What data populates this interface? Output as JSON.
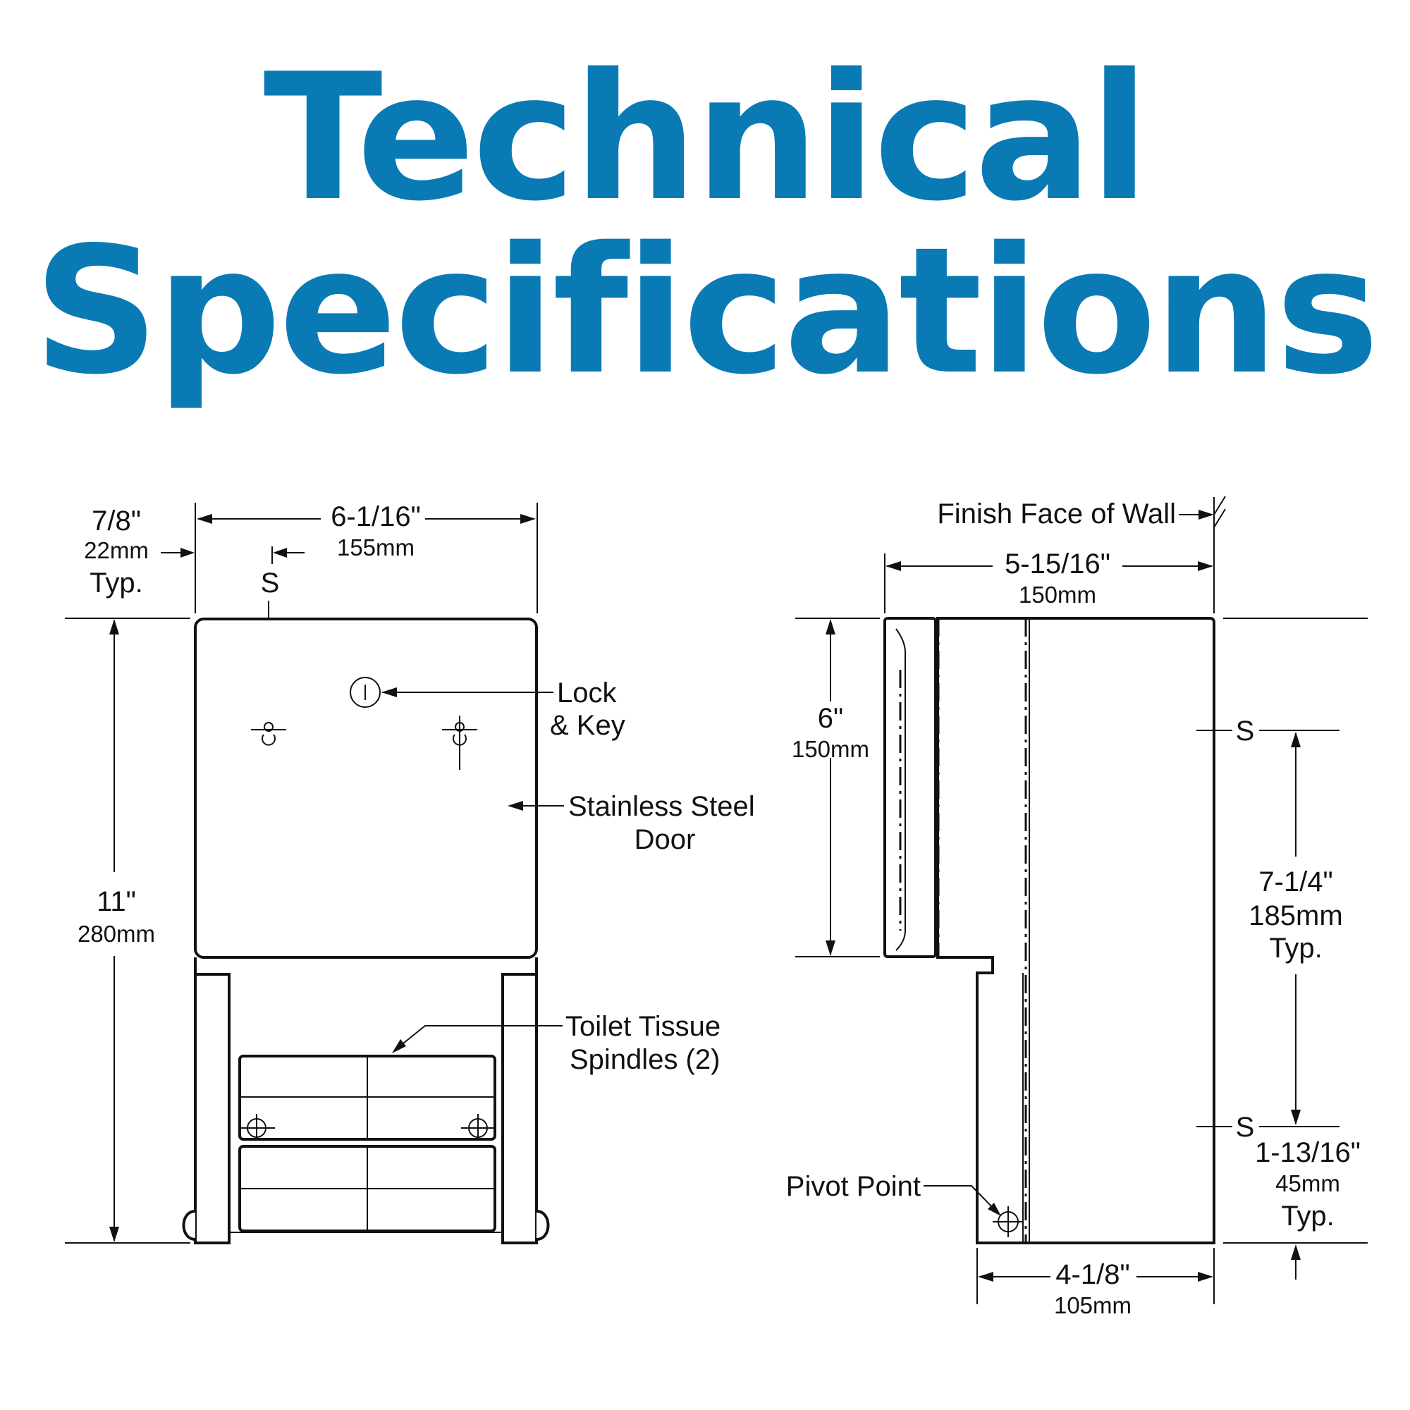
{
  "title": {
    "line1": "Technical",
    "line2": "Specifications"
  },
  "colors": {
    "title": "#0a7ab5",
    "line": "#111111"
  },
  "front_view": {
    "width": {
      "imperial": "6-1/16\"",
      "metric": "155mm"
    },
    "offset": {
      "imperial": "7/8\"",
      "metric": "22mm",
      "note": "Typ."
    },
    "height": {
      "imperial": "11\"",
      "metric": "280mm"
    },
    "s_marker": "S",
    "callouts": {
      "lock_line1": "Lock",
      "lock_line2": "& Key",
      "door_line1": "Stainless Steel",
      "door_line2": "Door",
      "spindles_line1": "Toilet Tissue",
      "spindles_line2": "Spindles (2)"
    }
  },
  "side_view": {
    "wall_label": "Finish Face of Wall",
    "depth": {
      "imperial": "5-15/16\"",
      "metric": "150mm"
    },
    "door_height": {
      "imperial": "6\"",
      "metric": "150mm"
    },
    "spacing": {
      "imperial": "7-1/4\"",
      "metric": "185mm",
      "note": "Typ."
    },
    "bottom_offset": {
      "imperial": "1-13/16\"",
      "metric": "45mm",
      "note": "Typ."
    },
    "base_depth": {
      "imperial": "4-1/8\"",
      "metric": "105mm"
    },
    "pivot_label": "Pivot Point",
    "s_marker_top": "S",
    "s_marker_bottom": "S"
  }
}
